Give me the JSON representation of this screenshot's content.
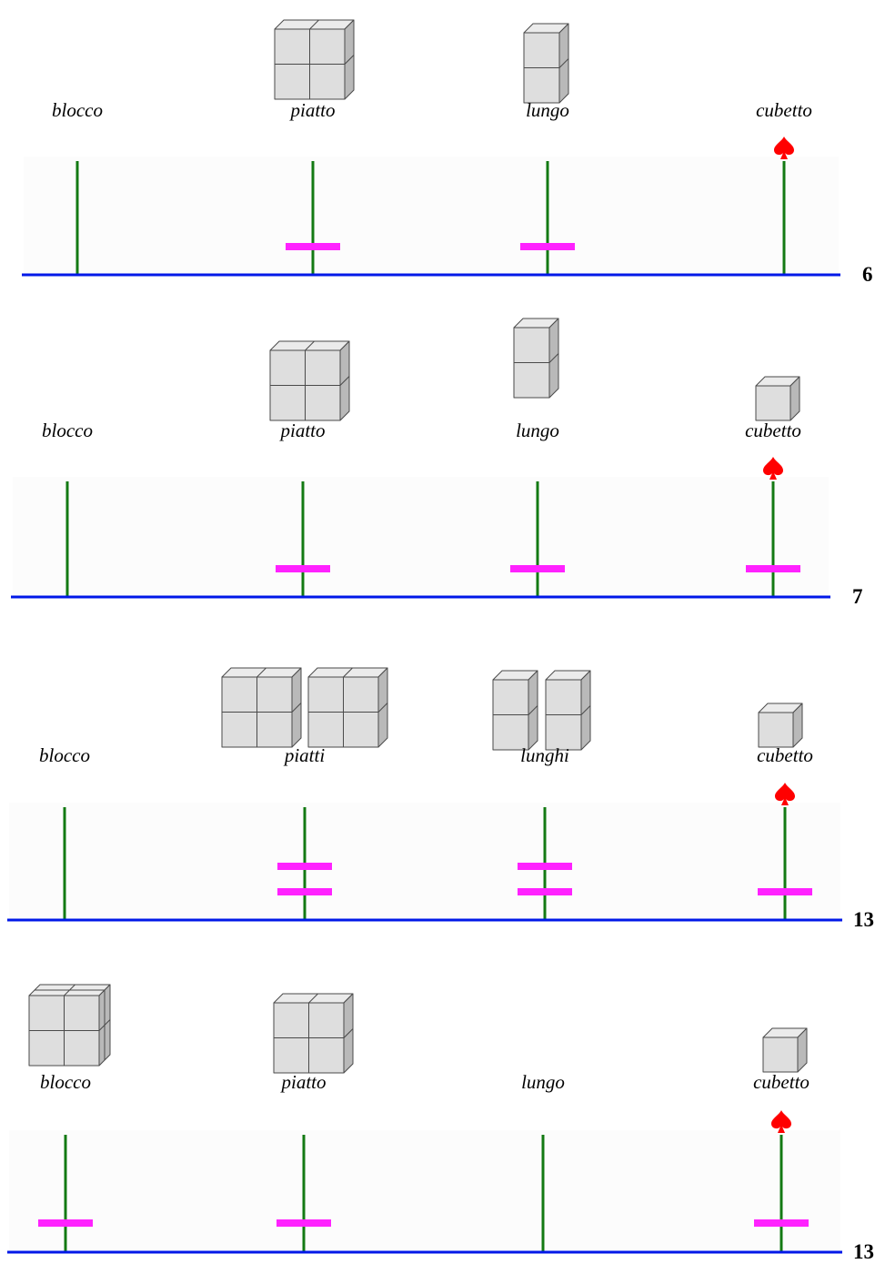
{
  "colors": {
    "panel": "#fcfcfc",
    "base_line": "#0018e8",
    "rod": "#137a13",
    "bead": "#ff22ff",
    "marker": "#ff0000",
    "cube_face": "#dedede",
    "cube_top": "#ebebeb",
    "cube_side": "#b9b9b9",
    "cube_edge": "#4a4a4a"
  },
  "icons": {
    "marker": "spade-icon",
    "piece": "cube-icon"
  },
  "panels": [
    {
      "total": "6",
      "columns": [
        {
          "label": "blocco",
          "beads": 0,
          "piece": "",
          "piece_count": 0,
          "marker": false
        },
        {
          "label": "piatto",
          "beads": 1,
          "piece": "piatto",
          "piece_count": 1,
          "marker": false
        },
        {
          "label": "lungo",
          "beads": 1,
          "piece": "lungo",
          "piece_count": 1,
          "marker": false
        },
        {
          "label": "cubetto",
          "beads": 0,
          "piece": "",
          "piece_count": 0,
          "marker": true
        }
      ]
    },
    {
      "total": "7",
      "columns": [
        {
          "label": "blocco",
          "beads": 0,
          "piece": "",
          "piece_count": 0,
          "marker": false
        },
        {
          "label": "piatto",
          "beads": 1,
          "piece": "piatto",
          "piece_count": 1,
          "marker": false
        },
        {
          "label": "lungo",
          "beads": 1,
          "piece": "lungo",
          "piece_count": 1,
          "marker": false
        },
        {
          "label": "cubetto",
          "beads": 1,
          "piece": "cubetto",
          "piece_count": 1,
          "marker": true
        }
      ]
    },
    {
      "total": "13",
      "columns": [
        {
          "label": "blocco",
          "beads": 0,
          "piece": "",
          "piece_count": 0,
          "marker": false
        },
        {
          "label": "piatti",
          "beads": 2,
          "piece": "piatto",
          "piece_count": 2,
          "marker": false
        },
        {
          "label": "lunghi",
          "beads": 2,
          "piece": "lungo",
          "piece_count": 2,
          "marker": false
        },
        {
          "label": "cubetto",
          "beads": 1,
          "piece": "cubetto",
          "piece_count": 1,
          "marker": true
        }
      ]
    },
    {
      "total": "13",
      "columns": [
        {
          "label": "blocco",
          "beads": 1,
          "piece": "blocco",
          "piece_count": 1,
          "marker": false
        },
        {
          "label": "piatto",
          "beads": 1,
          "piece": "piatto",
          "piece_count": 1,
          "marker": false
        },
        {
          "label": "lungo",
          "beads": 0,
          "piece": "",
          "piece_count": 0,
          "marker": false
        },
        {
          "label": "cubetto",
          "beads": 1,
          "piece": "cubetto",
          "piece_count": 1,
          "marker": true
        }
      ]
    }
  ]
}
